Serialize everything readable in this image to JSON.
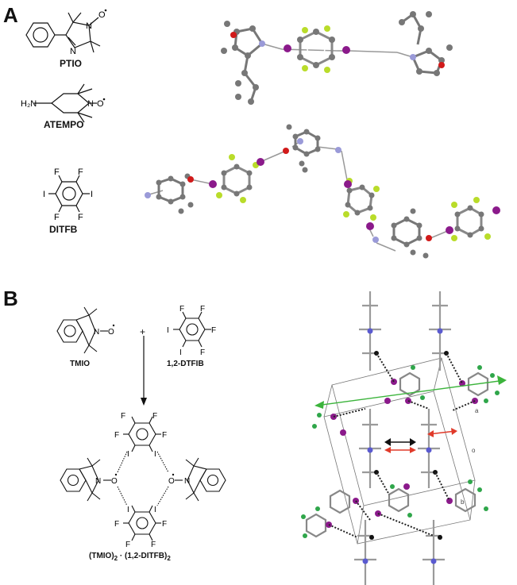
{
  "panel_a": {
    "letter": "A",
    "labels": {
      "ptio": "PTIO",
      "atempo": "ATEMPO",
      "ditfb": "DITFB"
    },
    "atoms": {
      "n": "N",
      "o": "O",
      "h2n": "H₂N",
      "f": "F",
      "i": "I"
    }
  },
  "panel_b": {
    "letter": "B",
    "labels": {
      "tmio": "TMIO",
      "dtfib": "1,2-DTFIB",
      "plus": "+"
    },
    "product_label": {
      "main": "(TMIO)",
      "sub1": "2",
      "mid": " · (1,2-DITFB)",
      "sub2": "2"
    },
    "atoms": {
      "n": "N",
      "o": "O",
      "f": "F",
      "i": "I"
    },
    "cell_axis_labels": {
      "a": "a",
      "o": "o",
      "b": "b"
    }
  },
  "colors": {
    "carbon": "#6f6f6f",
    "nitrogen": "#9a9ad8",
    "oxygen": "#d11a1a",
    "iodine": "#8b1a8b",
    "fluorine": "#b9dc2a",
    "halogen_bond": "#333333",
    "green_arrow": "#3cb43c",
    "red_arrow": "#e03a2a"
  }
}
